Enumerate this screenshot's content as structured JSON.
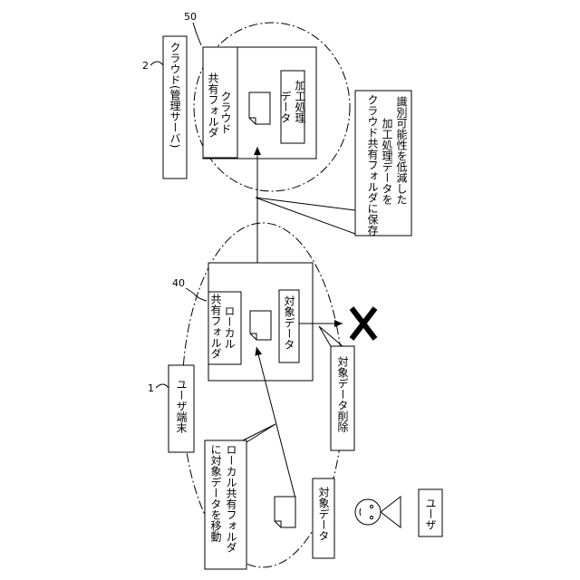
{
  "refs": {
    "cloud": "2",
    "cloud_folder": "50",
    "user_terminal": "1",
    "local_folder": "40"
  },
  "labels": {
    "cloud": "クラウド(管理サーバ)",
    "cloud_folder_l1": "クラウド",
    "cloud_folder_l2": "共有フォルダ",
    "processed_l1": "加工処理",
    "processed_l2": "データ",
    "callout_l1": "識別可能性を低減した",
    "callout_l2": "加工処理データを",
    "callout_l3": "クラウド共有フォルダに保存",
    "user_terminal": "ユーザ端末",
    "local_folder_l1": "ローカル",
    "local_folder_l2": "共有フォルダ",
    "target_in_folder": "対象データ",
    "delete_callout": "対象データ削除",
    "move_callout_l1": "ローカル共有フォルダ",
    "move_callout_l2": "に対象データを移動",
    "target_doc": "対象データ",
    "user": "ユーザ"
  },
  "colors": {
    "line": "#000000",
    "background": "#ffffff"
  },
  "icons": {
    "delete_mark": "x-mark-icon",
    "user": "user-figure-icon",
    "document": "document-icon"
  }
}
